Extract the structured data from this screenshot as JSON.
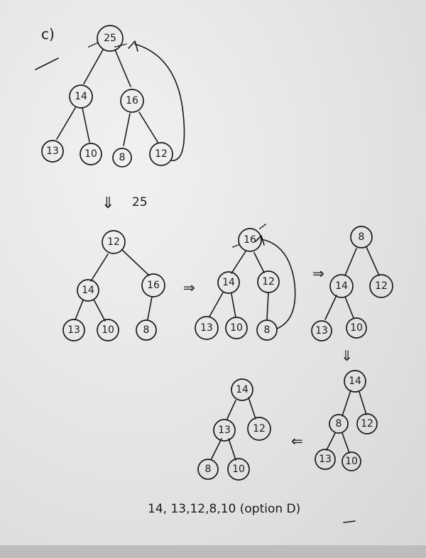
{
  "part_label": "c)",
  "step_removed": "25",
  "arrows": {
    "down": "⇓",
    "right": "⇒",
    "left": "⇐"
  },
  "trees": {
    "t1": {
      "nodes": [
        {
          "id": "n25",
          "label": "25"
        },
        {
          "id": "n14",
          "label": "14"
        },
        {
          "id": "n16",
          "label": "16"
        },
        {
          "id": "n13",
          "label": "13"
        },
        {
          "id": "n10",
          "label": "10"
        },
        {
          "id": "n8",
          "label": "8"
        },
        {
          "id": "n12",
          "label": "12"
        }
      ]
    },
    "t2": {
      "nodes": [
        {
          "id": "n12",
          "label": "12"
        },
        {
          "id": "n14",
          "label": "14"
        },
        {
          "id": "n16",
          "label": "16"
        },
        {
          "id": "n13",
          "label": "13"
        },
        {
          "id": "n10",
          "label": "10"
        },
        {
          "id": "n8",
          "label": "8"
        }
      ]
    },
    "t3": {
      "nodes": [
        {
          "id": "n16",
          "label": "16"
        },
        {
          "id": "n14",
          "label": "14"
        },
        {
          "id": "n12",
          "label": "12"
        },
        {
          "id": "n13",
          "label": "13"
        },
        {
          "id": "n10",
          "label": "10"
        },
        {
          "id": "n8",
          "label": "8"
        }
      ]
    },
    "t4": {
      "nodes": [
        {
          "id": "n8",
          "label": "8"
        },
        {
          "id": "n14",
          "label": "14"
        },
        {
          "id": "n12",
          "label": "12"
        },
        {
          "id": "n13",
          "label": "13"
        },
        {
          "id": "n10",
          "label": "10"
        }
      ]
    },
    "t5": {
      "nodes": [
        {
          "id": "n14",
          "label": "14"
        },
        {
          "id": "n8",
          "label": "8"
        },
        {
          "id": "n12",
          "label": "12"
        },
        {
          "id": "n13",
          "label": "13"
        },
        {
          "id": "n10",
          "label": "10"
        }
      ]
    },
    "t6": {
      "nodes": [
        {
          "id": "n14",
          "label": "14"
        },
        {
          "id": "n13",
          "label": "13"
        },
        {
          "id": "n12",
          "label": "12"
        },
        {
          "id": "n8",
          "label": "8"
        },
        {
          "id": "n10",
          "label": "10"
        }
      ]
    }
  },
  "answer": "14, 13,12,8,10 (option D)"
}
